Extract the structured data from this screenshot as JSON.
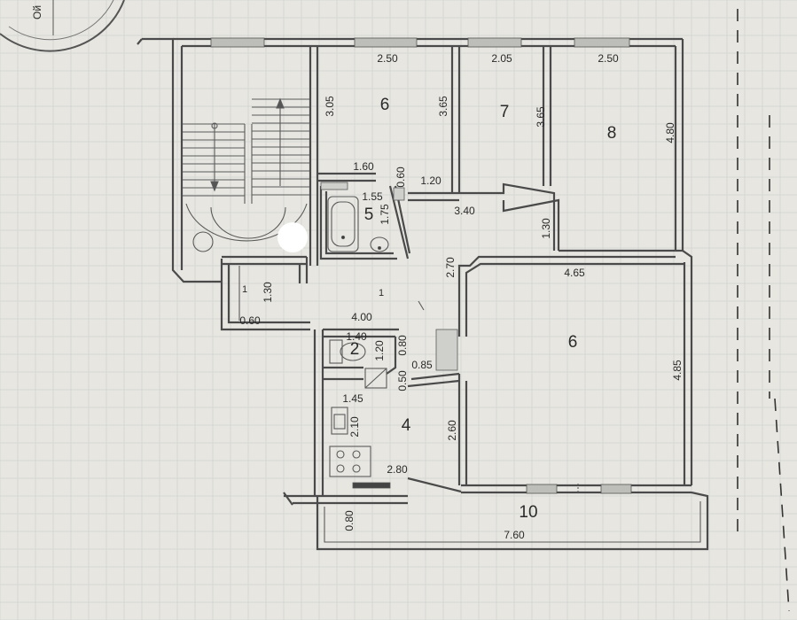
{
  "plan": {
    "corner_label": "Ой",
    "rooms": {
      "r6_top": "6",
      "r7": "7",
      "r8": "8",
      "r5": "5",
      "r1_hall": "1",
      "r1_small": "1",
      "r2": "2",
      "r4": "4",
      "r6_big": "6",
      "r10": "10"
    },
    "dimensions": {
      "d_250_a": "2.50",
      "d_205": "2.05",
      "d_250_b": "2.50",
      "d_305": "3.05",
      "d_365_a": "3.65",
      "d_365_b": "3.65",
      "d_480": "4.80",
      "d_160": "1.60",
      "d_060_a": "0.60",
      "d_120_a": "1.20",
      "d_155": "1.55",
      "d_175": "1.75",
      "d_340": "3.40",
      "d_130_a": "1.30",
      "d_270": "2.70",
      "d_465": "4.65",
      "d_130_b": "1.30",
      "d_060_b": "0.60",
      "d_400": "4.00",
      "d_140": "1.40",
      "d_080_a": "0.80",
      "d_120_b": "1.20",
      "d_085": "0.85",
      "d_050": "0.50",
      "d_145": "1.45",
      "d_210": "2.10",
      "d_260": "2.60",
      "d_280": "2.80",
      "d_485": "4.85",
      "d_080_b": "0.80",
      "d_760": "7.60"
    }
  }
}
